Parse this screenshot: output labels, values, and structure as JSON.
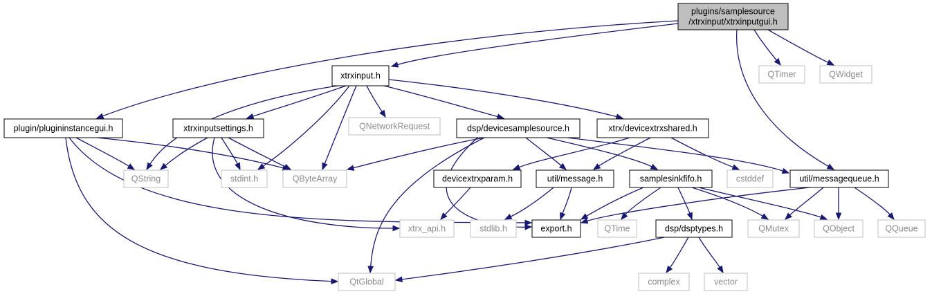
{
  "colors": {
    "edge": "#191970",
    "node_border": "#000000",
    "external_border": "#bfbfbf",
    "external_text": "#8c8c8c",
    "root_fill": "#bfbfbf",
    "text": "#000000"
  },
  "nodes": {
    "root": {
      "lines": [
        "plugins/samplesource",
        "/xtrxinput/xtrxinputgui.h"
      ],
      "kind": "root"
    },
    "xtrxinput": {
      "lines": [
        "xtrxinput.h"
      ],
      "kind": "header"
    },
    "qtimer": {
      "lines": [
        "QTimer"
      ],
      "kind": "external"
    },
    "qwidget": {
      "lines": [
        "QWidget"
      ],
      "kind": "external"
    },
    "plugininst": {
      "lines": [
        "plugin/plugininstancegui.h"
      ],
      "kind": "header"
    },
    "xtrxsettings": {
      "lines": [
        "xtrxinputsettings.h"
      ],
      "kind": "header"
    },
    "qnetreq": {
      "lines": [
        "QNetworkRequest"
      ],
      "kind": "external"
    },
    "devsamplesource": {
      "lines": [
        "dsp/devicesamplesource.h"
      ],
      "kind": "header"
    },
    "devxtrxshared": {
      "lines": [
        "xtrx/devicextrxshared.h"
      ],
      "kind": "header"
    },
    "qstring": {
      "lines": [
        "QString"
      ],
      "kind": "external"
    },
    "stdint": {
      "lines": [
        "stdint.h"
      ],
      "kind": "external"
    },
    "qbytearray": {
      "lines": [
        "QByteArray"
      ],
      "kind": "external"
    },
    "devxtrxparam": {
      "lines": [
        "devicextrxparam.h"
      ],
      "kind": "header"
    },
    "utilmessage": {
      "lines": [
        "util/message.h"
      ],
      "kind": "header"
    },
    "samplesinkfifo": {
      "lines": [
        "samplesinkfifo.h"
      ],
      "kind": "header"
    },
    "cstddef": {
      "lines": [
        "cstddef"
      ],
      "kind": "external"
    },
    "msgqueue": {
      "lines": [
        "util/messagequeue.h"
      ],
      "kind": "header"
    },
    "xtrxapi": {
      "lines": [
        "xtrx_api.h"
      ],
      "kind": "external"
    },
    "stdlib": {
      "lines": [
        "stdlib.h"
      ],
      "kind": "external"
    },
    "export": {
      "lines": [
        "export.h"
      ],
      "kind": "header"
    },
    "qtime": {
      "lines": [
        "QTime"
      ],
      "kind": "external"
    },
    "dsptypes": {
      "lines": [
        "dsp/dsptypes.h"
      ],
      "kind": "header"
    },
    "qmutex": {
      "lines": [
        "QMutex"
      ],
      "kind": "external"
    },
    "qobject": {
      "lines": [
        "QObject"
      ],
      "kind": "external"
    },
    "qqueue": {
      "lines": [
        "QQueue"
      ],
      "kind": "external"
    },
    "qtglobal": {
      "lines": [
        "QtGlobal"
      ],
      "kind": "external"
    },
    "complex": {
      "lines": [
        "complex"
      ],
      "kind": "external"
    },
    "vector": {
      "lines": [
        "vector"
      ],
      "kind": "external"
    }
  }
}
